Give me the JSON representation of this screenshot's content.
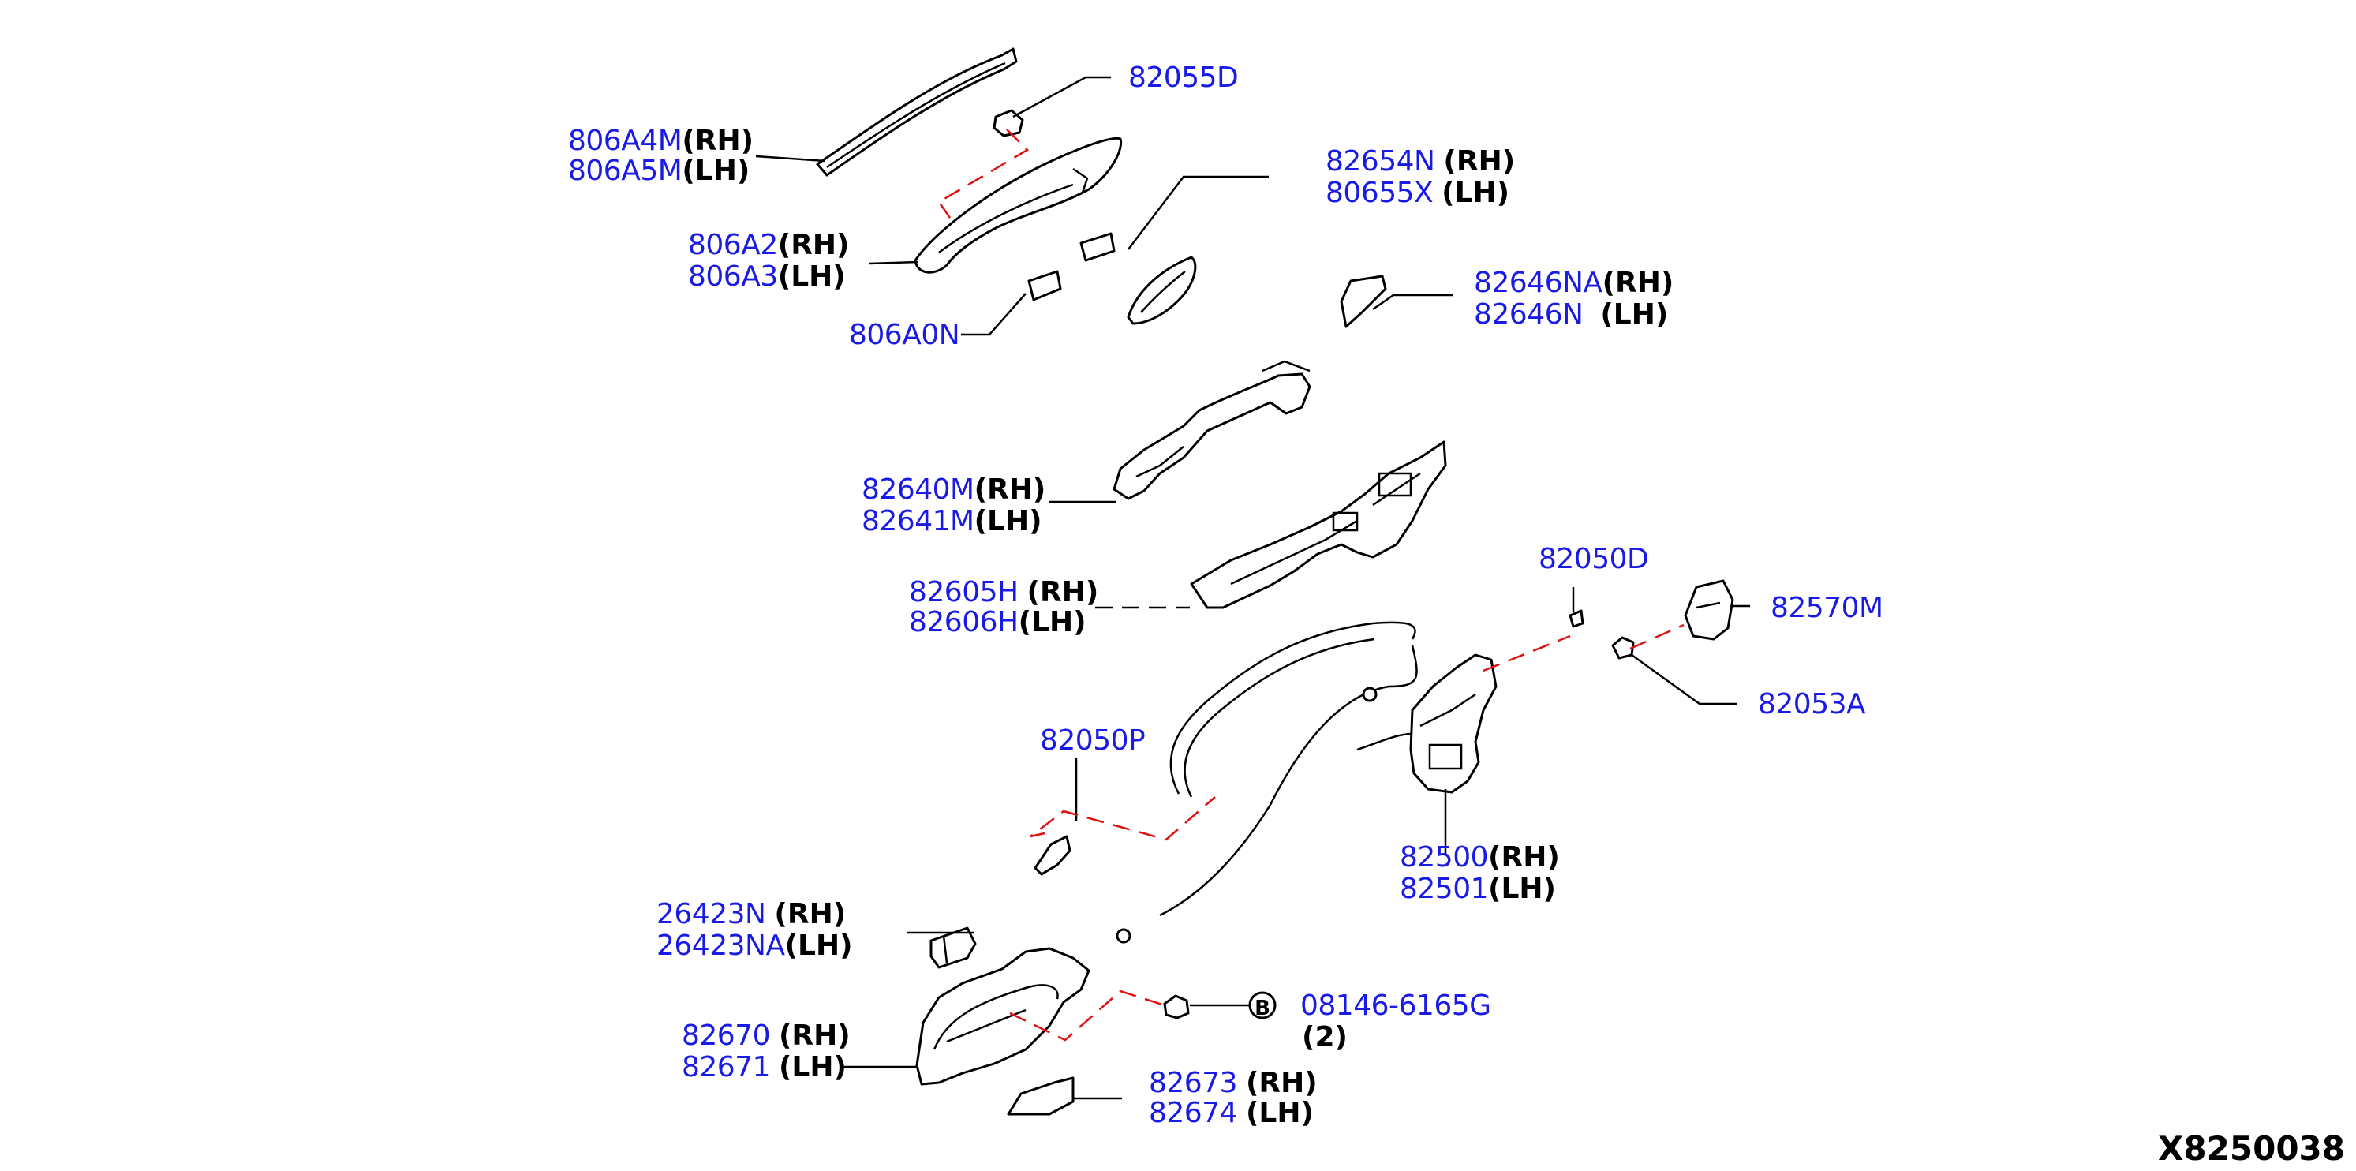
{
  "diagram": {
    "code": "X8250038",
    "colors": {
      "part_number": "#1a1ae6",
      "side_label": "#000000",
      "dashed_leader": "#e01010",
      "linework": "#000000"
    },
    "callouts": [
      {
        "id": "c82055d",
        "lines": [
          {
            "part": "82055D",
            "side": ""
          }
        ]
      },
      {
        "id": "c806a4m",
        "lines": [
          {
            "part": "806A4M",
            "side": "(RH)"
          },
          {
            "part": "806A5M",
            "side": "(LH)"
          }
        ]
      },
      {
        "id": "c82654n",
        "lines": [
          {
            "part": "82654N ",
            "side": "(RH)"
          },
          {
            "part": "80655X ",
            "side": "(LH)"
          }
        ]
      },
      {
        "id": "c806a2",
        "lines": [
          {
            "part": "806A2",
            "side": "(RH)"
          },
          {
            "part": "806A3",
            "side": "(LH)"
          }
        ]
      },
      {
        "id": "c82646na",
        "lines": [
          {
            "part": "82646NA",
            "side": "(RH)"
          },
          {
            "part": "82646N  ",
            "side": "(LH)"
          }
        ]
      },
      {
        "id": "c806a0n",
        "lines": [
          {
            "part": "806A0N",
            "side": ""
          }
        ]
      },
      {
        "id": "c82640m",
        "lines": [
          {
            "part": "82640M",
            "side": "(RH)"
          },
          {
            "part": "82641M",
            "side": "(LH)"
          }
        ]
      },
      {
        "id": "c82605h",
        "lines": [
          {
            "part": "82605H ",
            "side": "(RH)"
          },
          {
            "part": "82606H",
            "side": "(LH)"
          }
        ]
      },
      {
        "id": "c82050d",
        "lines": [
          {
            "part": "82050D",
            "side": ""
          }
        ]
      },
      {
        "id": "c82570m",
        "lines": [
          {
            "part": "82570M",
            "side": ""
          }
        ]
      },
      {
        "id": "c82053a",
        "lines": [
          {
            "part": "82053A",
            "side": ""
          }
        ]
      },
      {
        "id": "c82050p",
        "lines": [
          {
            "part": "82050P",
            "side": ""
          }
        ]
      },
      {
        "id": "c82500",
        "lines": [
          {
            "part": "82500",
            "side": "(RH)"
          },
          {
            "part": "82501",
            "side": "(LH)"
          }
        ]
      },
      {
        "id": "c26423n",
        "lines": [
          {
            "part": "26423N ",
            "side": "(RH)"
          },
          {
            "part": "26423NA",
            "side": "(LH)"
          }
        ]
      },
      {
        "id": "c08146",
        "marker": "B",
        "lines": [
          {
            "part": "08146-6165G",
            "side": ""
          },
          {
            "part": "",
            "side": "(2)"
          }
        ]
      },
      {
        "id": "c82670",
        "lines": [
          {
            "part": "82670 ",
            "side": "(RH)"
          },
          {
            "part": "82671 ",
            "side": "(LH)"
          }
        ]
      },
      {
        "id": "c82673",
        "lines": [
          {
            "part": "82673 ",
            "side": "(RH)"
          },
          {
            "part": "82674 ",
            "side": "(LH)"
          }
        ]
      }
    ]
  }
}
